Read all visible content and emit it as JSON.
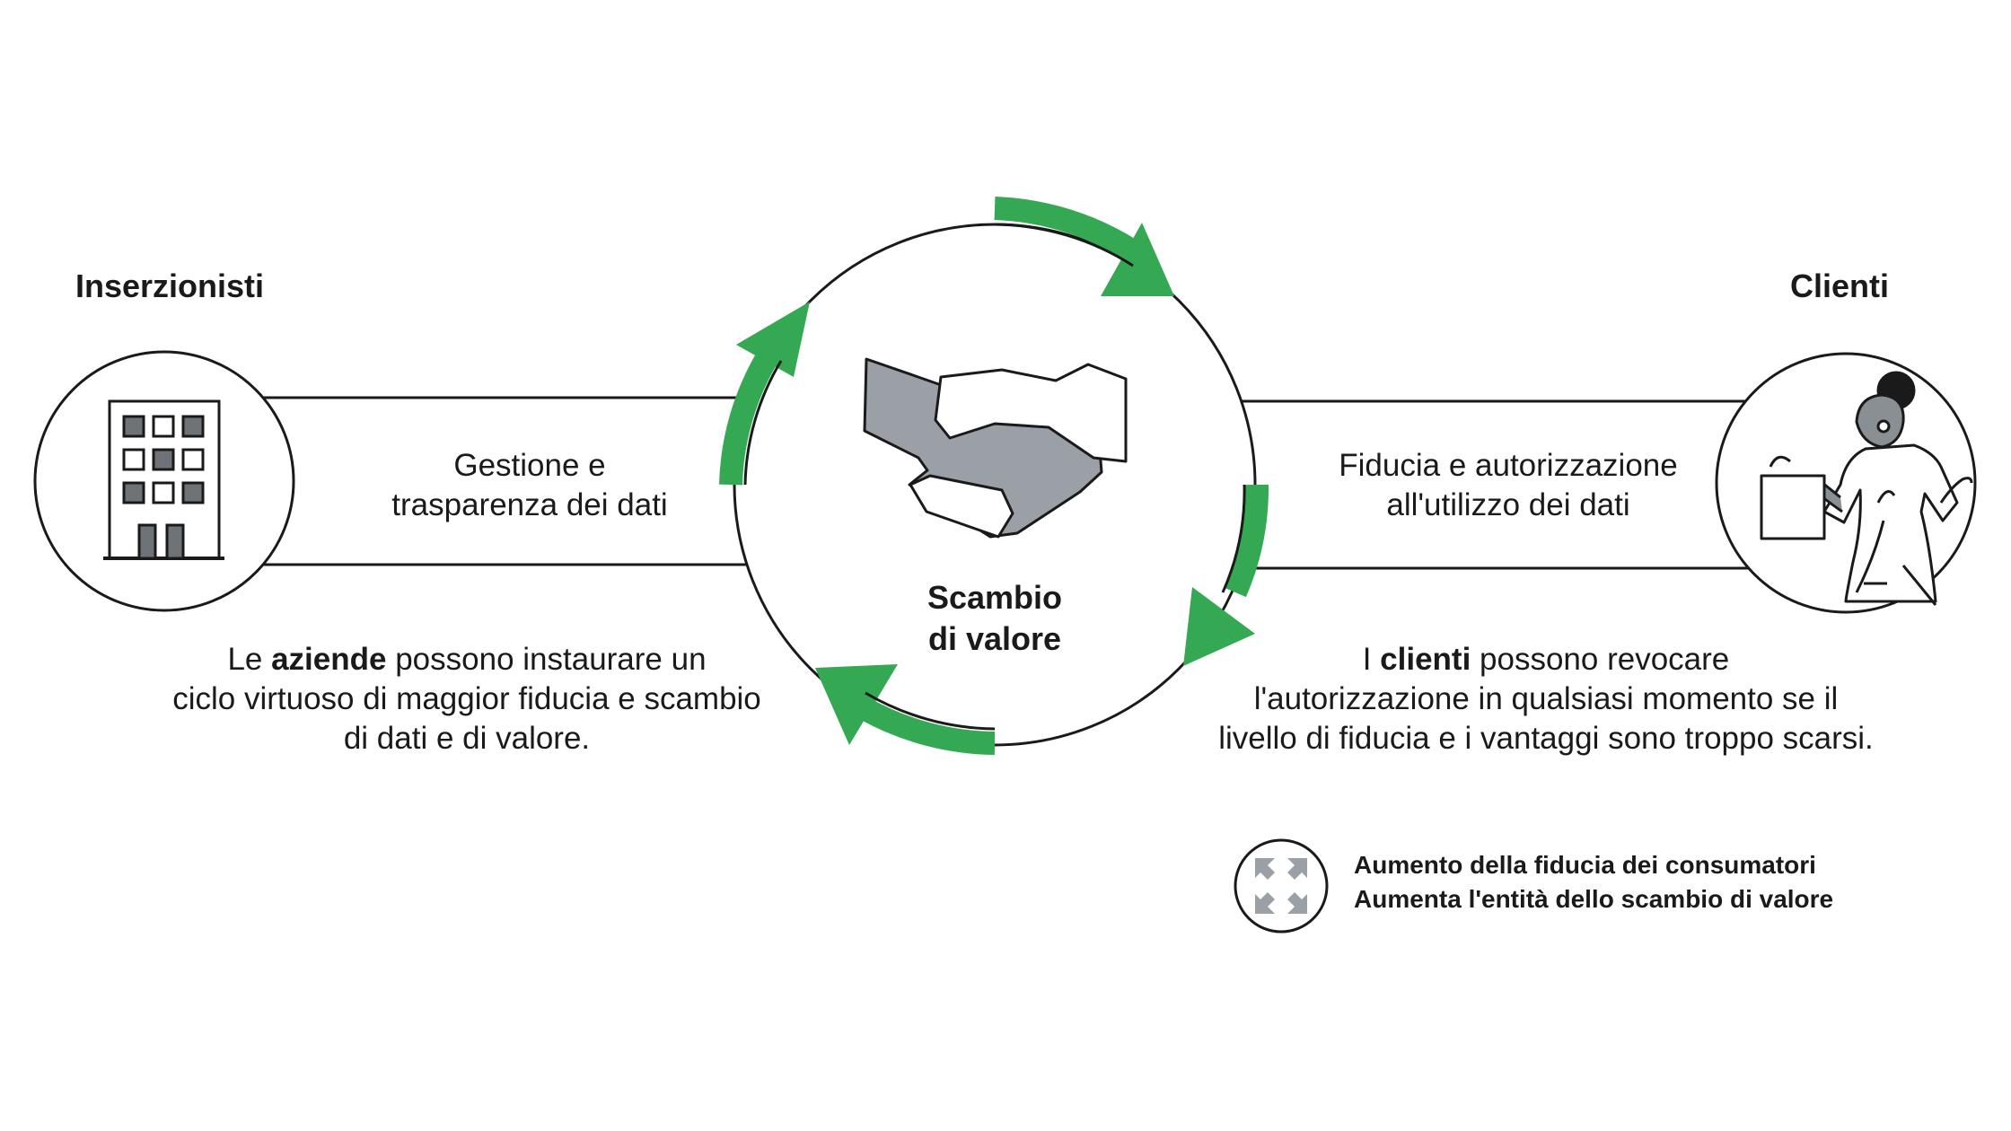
{
  "left": {
    "title": "Inserzionisti",
    "bar_text": "Gestione e\ntrasparenza dei dati",
    "desc_pre": "Le ",
    "desc_bold": "aziende",
    "desc_post": " possono instaurare un\nciclo virtuoso di maggior fiducia e scambio\ndi dati e di valore.",
    "icon": "office-building-icon"
  },
  "right": {
    "title": "Clienti",
    "bar_text": "Fiducia e autorizzazione\nall'utilizzo dei dati",
    "desc_pre": "I ",
    "desc_bold": "clienti",
    "desc_post": " possono revocare\nl'autorizzazione in qualsiasi momento se il\nlivello di fiducia e i vantaggi sono troppo scarsi.",
    "icon": "shopper-with-bag-icon"
  },
  "center": {
    "label": "Scambio\ndi valore",
    "icon": "handshake-icon"
  },
  "legend": {
    "line1": "Aumento della fiducia dei consumatori",
    "line2": "Aumenta l'entità dello scambio di valore",
    "icon": "expand-arrows-icon"
  },
  "colors": {
    "arrow_green": "#34a853",
    "line": "#1a1a1a",
    "handshake_grey": "#9aa0a6"
  }
}
